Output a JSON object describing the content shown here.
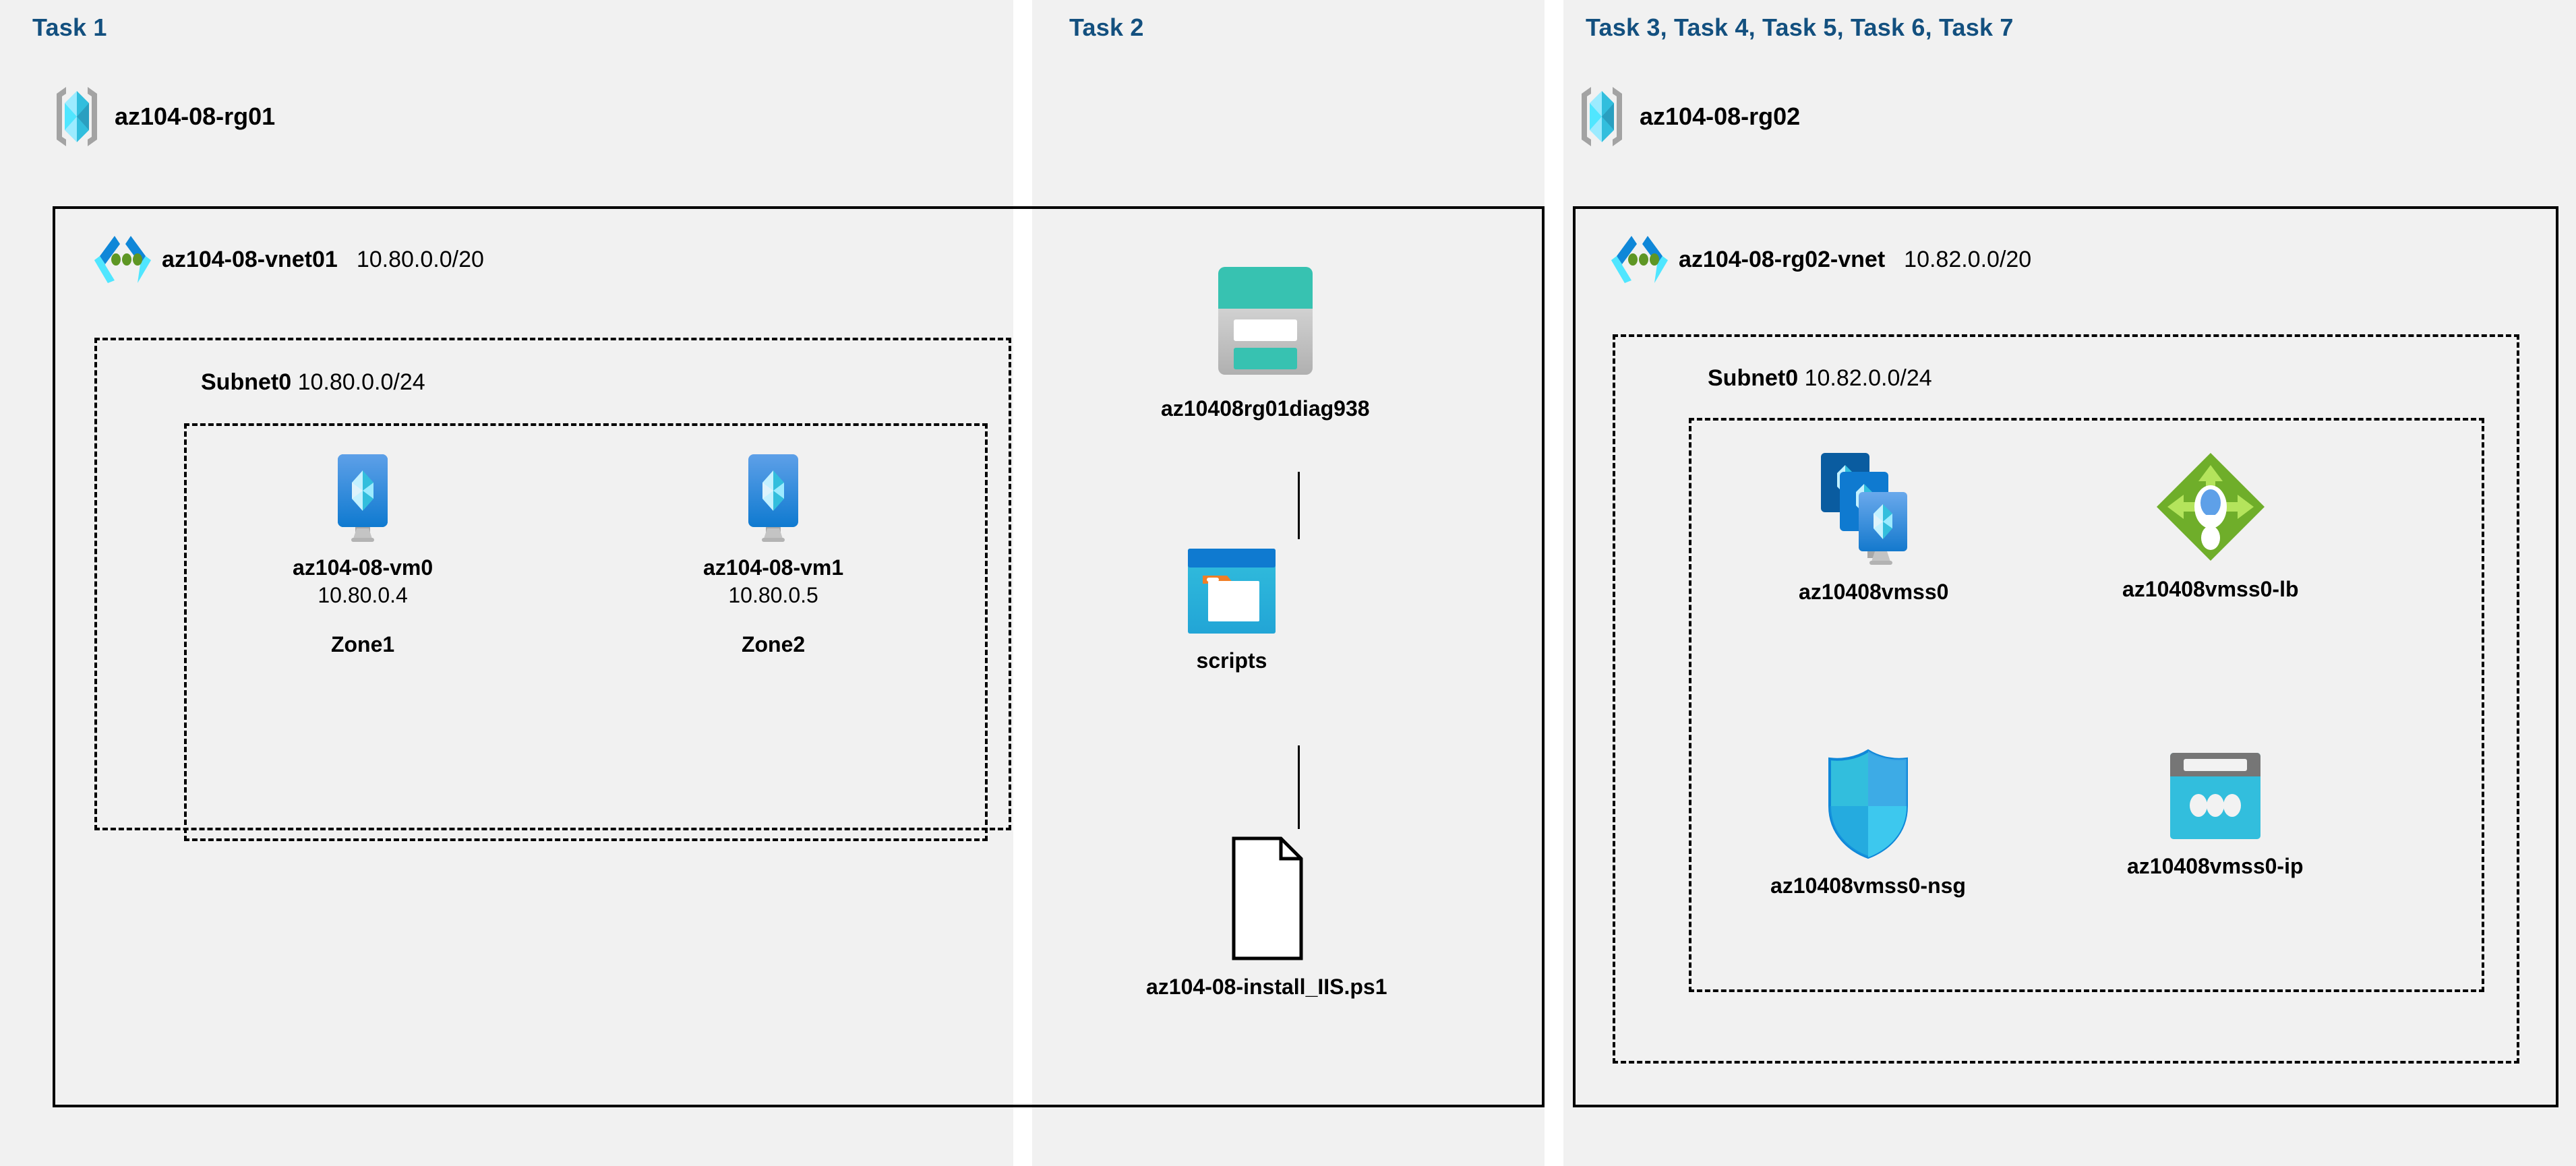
{
  "panels": {
    "task1": {
      "label": "Task 1"
    },
    "task2": {
      "label": "Task 2"
    },
    "task3": {
      "label": "Task 3, Task 4, Task 5, Task 6, Task 7"
    }
  },
  "colors": {
    "task_label": "#13507f",
    "panel_background": "#f1f1f1",
    "border": "#000000",
    "azure_blue": "#0078d4",
    "azure_cyan": "#50e6ff",
    "storage_teal": "#37c2b1",
    "lb_green": "#7fba00",
    "nsg_blue": "#32bedd"
  },
  "resource_groups": [
    {
      "name": "az104-08-rg01",
      "icon": "resource-group-icon"
    },
    {
      "name": "az104-08-rg02",
      "icon": "resource-group-icon"
    }
  ],
  "vnets": [
    {
      "name": "az104-08-vnet01",
      "cidr": "10.80.0.0/20",
      "icon": "virtual-network-icon"
    },
    {
      "name": "az104-08-rg02-vnet",
      "cidr": "10.82.0.0/20",
      "icon": "virtual-network-icon"
    }
  ],
  "subnets": [
    {
      "name": "Subnet0",
      "cidr": "10.80.0.0/24"
    },
    {
      "name": "Subnet0",
      "cidr": "10.82.0.0/24"
    }
  ],
  "virtual_machines": [
    {
      "name": "az104-08-vm0",
      "ip": "10.80.0.4",
      "zone": "Zone1",
      "icon": "virtual-machine-icon"
    },
    {
      "name": "az104-08-vm1",
      "ip": "10.80.0.5",
      "zone": "Zone2",
      "icon": "virtual-machine-icon"
    }
  ],
  "task2_resources": [
    {
      "name": "az10408rg01diag938",
      "icon": "storage-account-icon"
    },
    {
      "name": "scripts",
      "icon": "blob-container-icon"
    },
    {
      "name": "az104-08-install_IIS.ps1",
      "icon": "file-icon"
    }
  ],
  "task3_resources": [
    {
      "name": "az10408vmss0",
      "icon": "vm-scale-set-icon"
    },
    {
      "name": "az10408vmss0-lb",
      "icon": "load-balancer-icon"
    },
    {
      "name": "az10408vmss0-nsg",
      "icon": "network-security-group-icon"
    },
    {
      "name": "az10408vmss0-ip",
      "icon": "public-ip-address-icon"
    }
  ]
}
